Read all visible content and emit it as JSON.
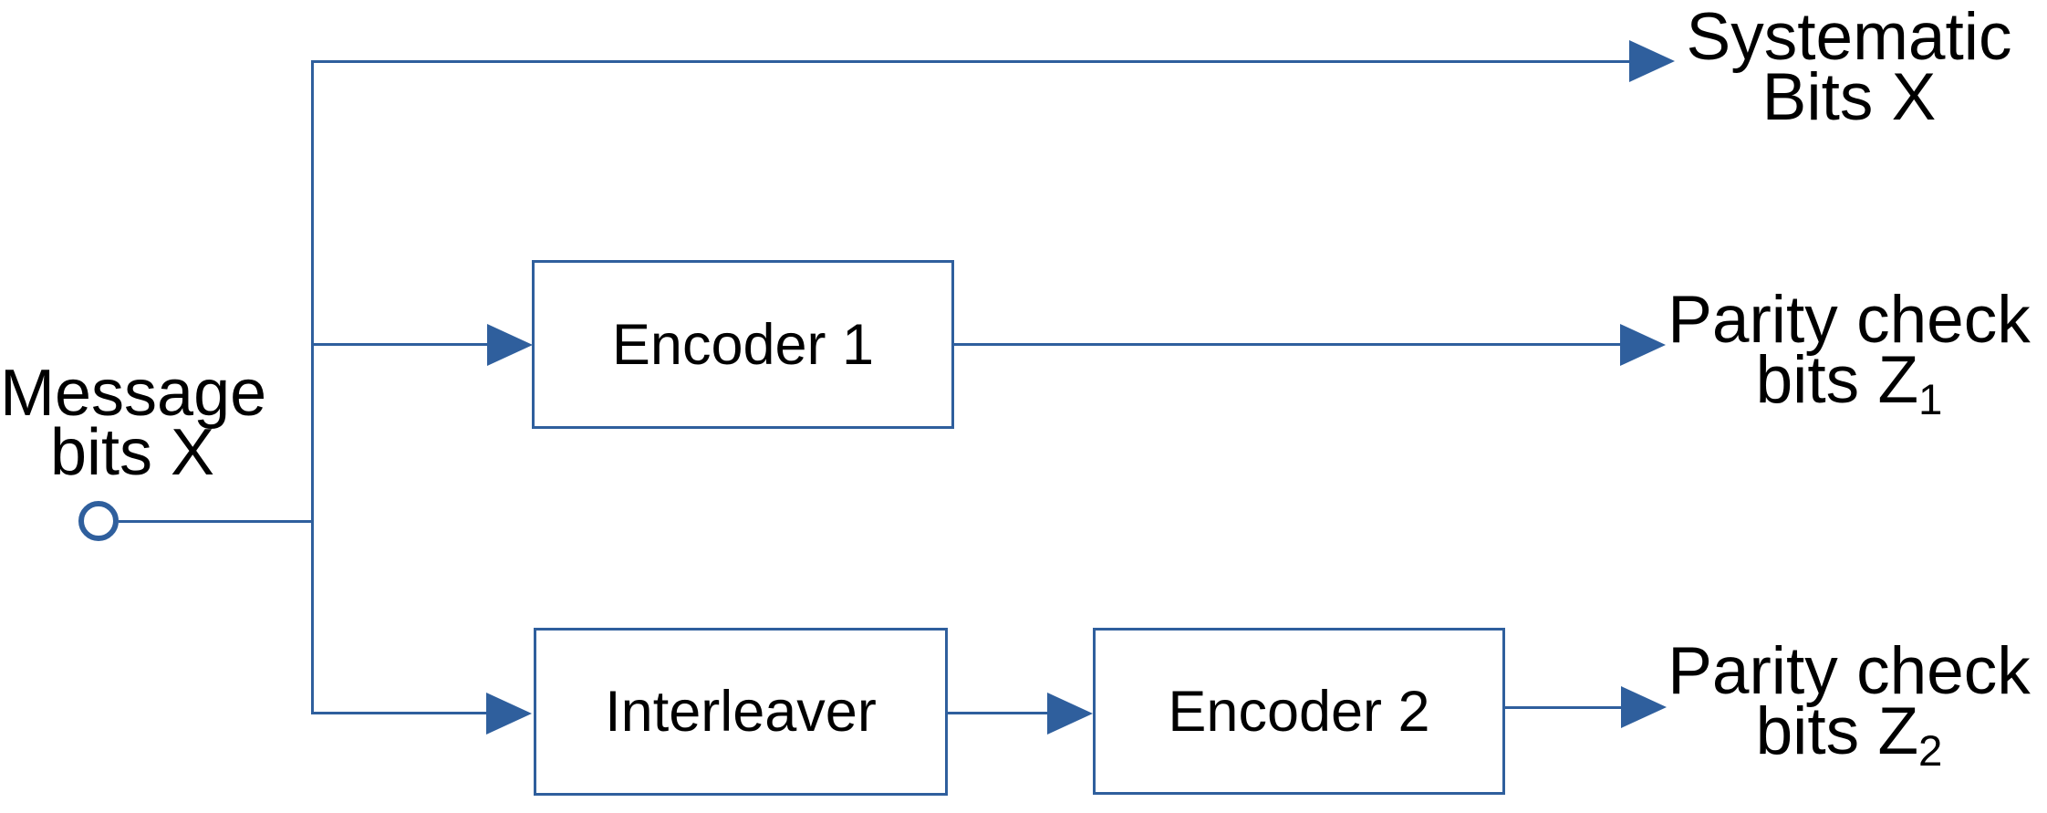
{
  "diagram": {
    "type": "block-diagram",
    "subject": "turbo-encoder",
    "colors": {
      "connector": "#2F5F9D",
      "arrowhead": "#2F5F9D",
      "box_border": "#2F5F9D",
      "box_fill": "#FFFFFF",
      "text": "#000000",
      "background": "#FFFFFF"
    },
    "input": {
      "label_line1": "Message",
      "label_line2": "bits X"
    },
    "blocks": [
      {
        "id": "encoder1",
        "label": "Encoder 1"
      },
      {
        "id": "interleaver",
        "label": "Interleaver"
      },
      {
        "id": "encoder2",
        "label": "Encoder 2"
      }
    ],
    "outputs": [
      {
        "id": "systematic",
        "line1": "Systematic",
        "line2": "Bits X",
        "line2_sub": ""
      },
      {
        "id": "parity1",
        "line1": "Parity check",
        "line2": "bits Z",
        "line2_sub": "1"
      },
      {
        "id": "parity2",
        "line1": "Parity check",
        "line2": "bits Z",
        "line2_sub": "2"
      }
    ],
    "connections": [
      "input -> branch",
      "branch -> systematic-output",
      "branch -> encoder1 -> parity1-output",
      "branch -> interleaver -> encoder2 -> parity2-output"
    ]
  }
}
